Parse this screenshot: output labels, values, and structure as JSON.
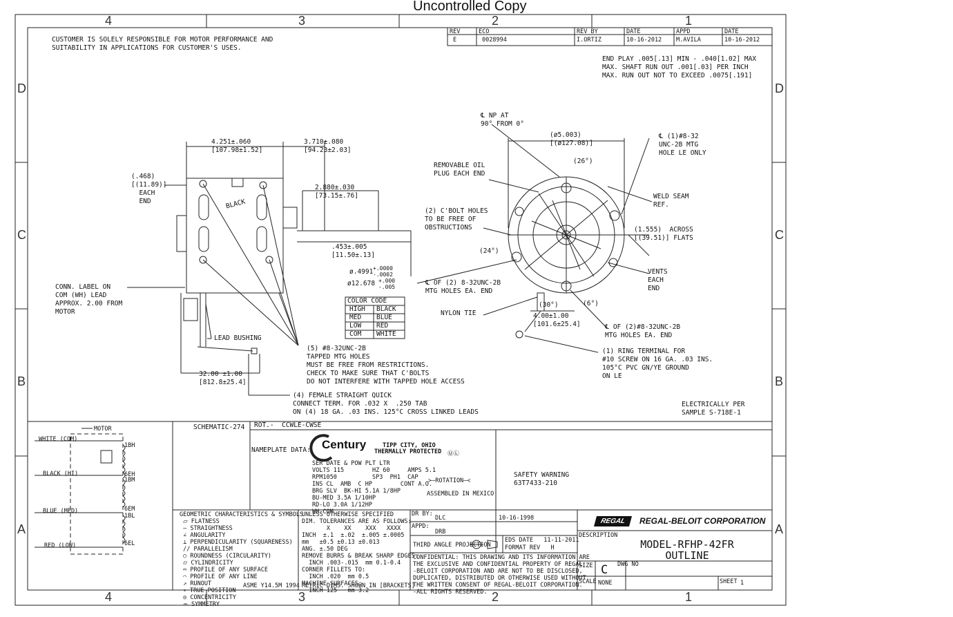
{
  "header": {
    "title": "Uncontrolled Copy"
  },
  "zones": {
    "top": [
      "4",
      "3",
      "2",
      "1"
    ],
    "side": [
      "D",
      "C",
      "B",
      "A"
    ]
  },
  "revision": {
    "headers": [
      "REV",
      "ECO",
      "REV BY",
      "DATE",
      "APPD",
      "DATE"
    ],
    "row": [
      "E",
      "0028994",
      "I.ORTIZ",
      "10-16-2012",
      "M.AVILA",
      "10-16-2012"
    ]
  },
  "notes": {
    "customer": "CUSTOMER IS SOLELY RESPONSIBLE FOR MOTOR PERFORMANCE AND\nSUITABILITY IN APPLICATIONS FOR CUSTOMER'S USES.",
    "endplay": "END PLAY .005[.13] MIN - .040[1.02] MAX\nMAX. SHAFT RUN OUT .001[.03] PER INCH\nMAX. RUN OUT NOT TO EXCEED .0075[.191]"
  },
  "side_view": {
    "dim_body": "4.251±.060\n[107.98±1.52]",
    "dim_front": "3.710±.080\n[94.23±2.03]",
    "dim_shaft": "2.880±.030\n[73.15±.76]",
    "dim_each_end": "(.468)\n[(11.89)]\n  EACH\n  END",
    "dim_flat": ".453±.005\n[11.50±.13]",
    "dim_dia": "ø.4991",
    "dim_dia_tol": "+.0000\n-.0002",
    "dim_dia_mm": "ø12.678",
    "dim_dia_mm_tol": "+.000\n-.005",
    "black_label": "BLACK",
    "conn_label": "CONN. LABEL ON\nCOM (WH) LEAD\nAPPROX. 2.00 FROM\nMOTOR",
    "lead_bushing": "LEAD BUSHING",
    "tapped_holes": "(5) #8-32UNC-2B\nTAPPED MTG HOLES\nMUST BE FREE FROM RESTRICTIONS.\nCHECK TO MAKE SURE THAT C'BOLTS\nDO NOT INTERFERE WITH TAPPED HOLE ACCESS",
    "lead_length": "32.00 ±1.00\n[812.8±25.4]",
    "quick_connect": "(4) FEMALE STRAIGHT QUICK\nCONNECT TERM. FOR .032 X  .250 TAB\nON (4) 18 GA. .03 INS. 125°C CROSS LINKED LEADS"
  },
  "color_code": {
    "title": "COLOR CODE",
    "rows": [
      [
        "HIGH",
        "BLACK"
      ],
      [
        "MED",
        "BLUE"
      ],
      [
        "LOW",
        "RED"
      ],
      [
        "COM",
        "WHITE"
      ]
    ]
  },
  "end_view": {
    "np_at": "℄ NP AT\n90° FROM 0°",
    "dia": "(ø5.003)\n[(ø127.08)]",
    "angle26": "(26°)",
    "mtg_hole": "℄ (1)#8-32\nUNC-2B MTG\nHOLE LE ONLY",
    "removable_oil": "REMOVABLE OIL\nPLUG EACH END",
    "cbolt": "(2) C'BOLT HOLES\nTO BE FREE OF\nOBSTRUCTIONS",
    "weld": "WELD SEAM\nREF.",
    "flats": "(1.555)  ACROSS\n[(39.51)] FLATS",
    "angle24": "(24°)",
    "vents": "VENTS\nEACH\nEND",
    "mtg_holes_top": "℄ OF (2) 8-32UNC-2B\nMTG HOLES EA. END",
    "nylon_tie": "NYLON TIE",
    "angle30": "(30°)",
    "angle6": "(6°)",
    "lead4": "4.00±1.00\n[101.6±25.4]",
    "mtg_holes_bottom": "℄ OF (2)#8-32UNC-2B\nMTG HOLES EA. END",
    "ring_terminal": "(1) RING TERMINAL FOR\n#10 SCREW ON 16 GA. .03 INS.\n105°C PVC GN/YE GROUND\nON LE",
    "electrically": "ELECTRICALLY PER\nSAMPLE S-718E-1"
  },
  "schematic": {
    "title": "SCHEMATIC-274",
    "motor": "MOTOR",
    "leads": [
      "WHITE (COM)",
      "BLACK (HI)",
      "BLUE (MED)",
      "RED (LOW)"
    ],
    "taps": [
      "1BH",
      "6EH",
      "1BM",
      "6EM",
      "1BL",
      "6EL"
    ]
  },
  "nameplate": {
    "rotation": "ROT.-  CCWLE-CWSE",
    "label": "NAMEPLATE DATA:",
    "brand": "Century",
    "city": "TIPP CITY, OHIO",
    "thermal": "THERMALLY PROTECTED",
    "ul": "ⓊⓁ",
    "lines": "SER DATE & POW PLT LTR\nVOLTS 115        HZ 60     AMPS 5.1\nRPM1050          SP3  PH1  CAP\nINS CL  AMB  C HP        CONT A.O.\nBRG SLV  BK-HI 5.1A 1/8HP\nBU-MED 3.5A 1/10HP\nRD-LO 3.0A 1/12HP\nWH-COM",
    "rotation_arrow": "≻—ROTATION—≺",
    "assembled": "ASSEMBLED IN MEXICO",
    "safety": "SAFETY WARNING\n63T7433-210"
  },
  "gdt": {
    "lines": "GEOMETRIC CHARACTERISTICS & SYMBOLS\n ⏥ FLATNESS\n — STRAIGHTNESS\n ∠ ANGULARITY\n ⊥ PERPENDICULARITY (SQUARENESS)\n // PARALLELISM\n ○ ROUNDNESS (CIRCULARITY)\n ⌭ CYLINDRICITY\n ⌓ PROFILE OF ANY SURFACE\n ⌒ PROFILE OF ANY LINE\n ↗ RUNOUT\n ⌖ TRUE POSITION\n ◎ CONCENTRICITY\n ⌯ SYMMETRY",
    "asme": "ASME Y14.5M 1994"
  },
  "tolerances": {
    "lines": "UNLESS OTHERWISE SPECIFIED\nDIM. TOLERANCES ARE AS FOLLOWS:\n       X    XX    XXX   XXXX\nINCH  ±.1  ±.02  ±.005 ±.0005\nmm   ±0.5 ±0.13 ±0.013\nANG. ±.50 DEG\nREMOVE BURRS & BREAK SHARP EDGES:\n  INCH .003-.015  mm 0.1-0.4\nCORNER FILLETS TO:\n  INCH .020  mm 0.5\nMACHINE SURFACES:\n  INCH 125   mm 3.2",
    "metric": "METRIC DIMS. SHOWN IN [BRACKETS]"
  },
  "title_block": {
    "dr_by_label": "DR BY:",
    "dr_by": "DLC",
    "dr_date": "10-16-1998",
    "appd_label": "APPD:",
    "appd": "DRB",
    "third_angle": "THIRD ANGLE PROJECTION",
    "eds_date": "EDS DATE   11-11-2011",
    "format_rev": "FORMAT REV   H",
    "confidential": "CONFIDENTIAL: THIS DRAWING AND ITS INFORMATION ARE\nTHE EXCLUSIVE AND CONFIDENTIAL PROPERTY OF REGAL\n-BELOIT CORPORATION AND ARE NOT TO BE DISCLOSED,\nDUPLICATED, DISTRIBUTED OR OTHERWISE USED WITHOUT\nTHE WRITTEN CONSENT OF REGAL-BELOIT CORPORATION.\n-ALL RIGHTS RESERVED.",
    "regal": "REGAL",
    "company": "REGAL-BELOIT CORPORATION",
    "description_label": "DESCRIPTION",
    "model": "MODEL-RFHP-42FR",
    "outline": "OUTLINE",
    "size_label": "SIZE",
    "size": "C",
    "dwg_no_label": "DWG NO",
    "scale_label": "SCALE",
    "scale": "NONE",
    "sheet_label": "SHEET",
    "sheet": "1"
  }
}
